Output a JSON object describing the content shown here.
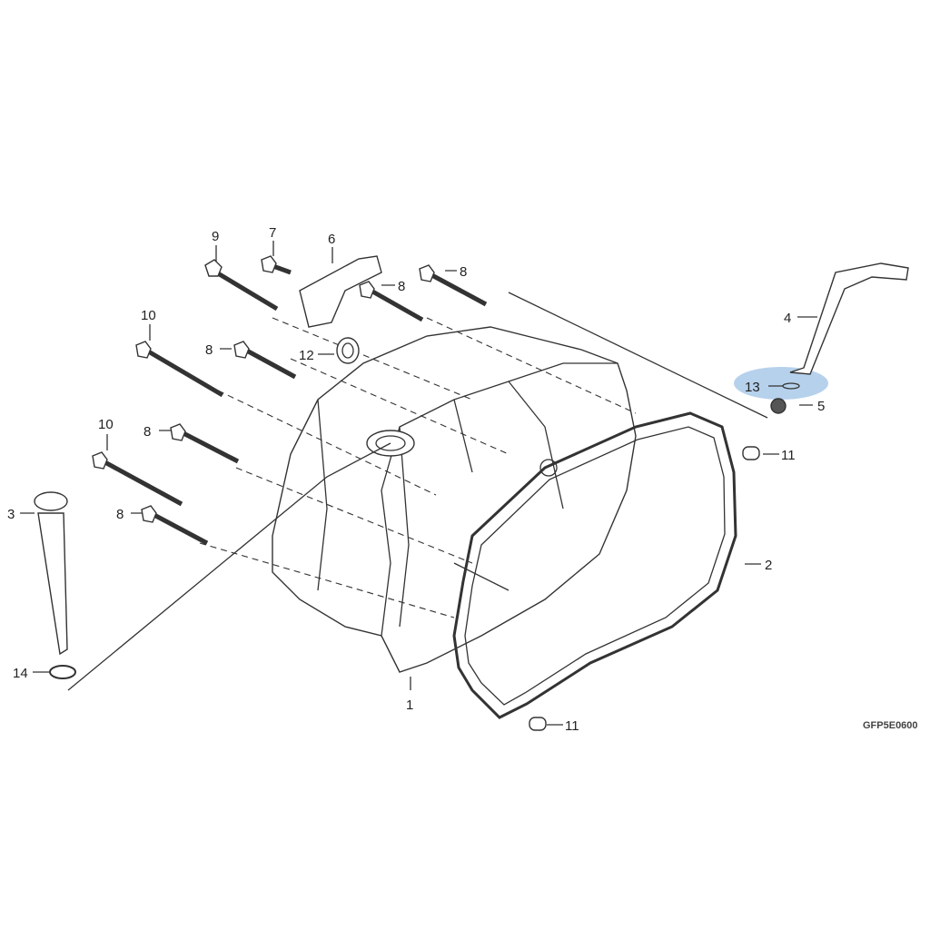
{
  "diagram": {
    "code": "GFP5E0600",
    "highlight_color": "#a9c9e9",
    "callouts": {
      "c9": "9",
      "c7": "7",
      "c6": "6",
      "c8a": "8",
      "c8b": "8",
      "c10a": "10",
      "c8c": "8",
      "c12": "12",
      "c4": "4",
      "c13": "13",
      "c5": "5",
      "c10b": "10",
      "c8d": "8",
      "c11a": "11",
      "c3": "3",
      "c8e": "8",
      "c2": "2",
      "c14": "14",
      "c1": "1",
      "c11b": "11"
    }
  }
}
